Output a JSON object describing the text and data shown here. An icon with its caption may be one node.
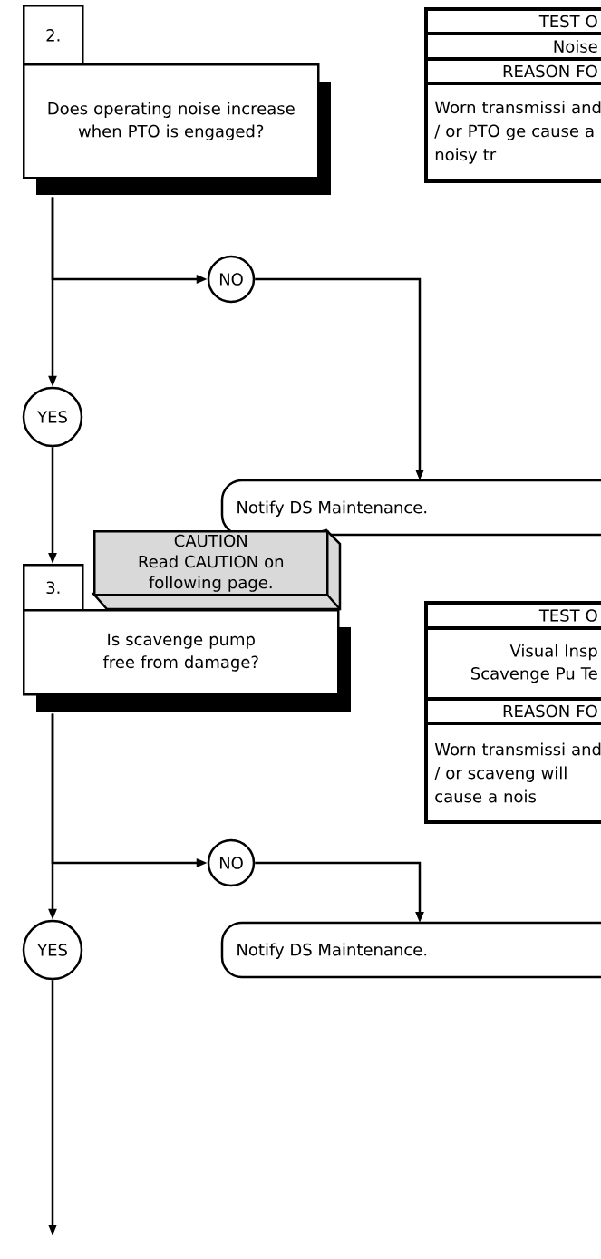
{
  "diagram": {
    "nodes": [
      {
        "text": [
          "2."
        ]
      },
      {
        "text": [
          "Does operating noise increase when PTO is engaged?"
        ]
      },
      {
        "text": [
          "TEST O",
          "Noise",
          "REASON FO",
          "Worn transmissi and / or PTO ge cause a noisy tr"
        ]
      },
      {
        "text": [
          "NO"
        ]
      },
      {
        "text": [
          "YES"
        ]
      },
      {
        "text": [
          "Notify DS Maintenance."
        ]
      },
      {
        "text": [
          "CAUTION",
          "Read CAUTION on following page."
        ]
      },
      {
        "text": [
          "3."
        ]
      },
      {
        "text": [
          "Is scavenge pump free from damage?"
        ]
      },
      {
        "text": [
          "TEST O",
          "Visual Insp Scavenge Pu Te",
          "REASON FO",
          "Worn transmissi and / or scaveng will cause a nois"
        ]
      },
      {
        "text": [
          "NO"
        ]
      },
      {
        "text": [
          "YES"
        ]
      },
      {
        "text": [
          "Notify DS Maintenance."
        ]
      }
    ],
    "edges": [
      {
        "from": 1,
        "to": 3,
        "arrow": "to"
      },
      {
        "from": 1,
        "to": 4,
        "arrow": "to"
      },
      {
        "from": 3,
        "to": 5,
        "arrow": "to"
      },
      {
        "from": 4,
        "to": 7,
        "arrow": "to"
      },
      {
        "from": 8,
        "to": 10,
        "arrow": "to"
      },
      {
        "from": 8,
        "to": 11,
        "arrow": "to"
      },
      {
        "from": 10,
        "to": 12,
        "arrow": "to"
      },
      {
        "from": 11,
        "to": null,
        "arrow": "to"
      }
    ]
  }
}
